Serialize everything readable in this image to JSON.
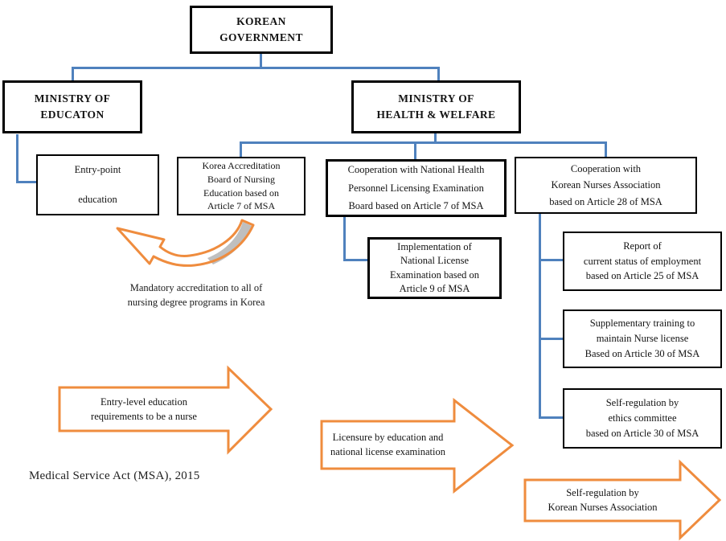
{
  "boxes": {
    "korean_government": "KOREAN\nGOVERNMENT",
    "ministry_education": "MINISTRY OF\nEDUCATON",
    "ministry_health_welfare": "MINISTRY OF\nHEALTH & WELFARE",
    "entry_point": "Entry-point\n\neducation",
    "accreditation_board": "Korea Accreditation\nBoard of Nursing\nEducation based on\nArticle 7 of MSA",
    "licensing_examination_board": "Cooperation with National Health\nPersonnel Licensing Examination\nBoard based on Article 7 of MSA",
    "nurses_association": "Cooperation with\nKorean Nurses Association\nbased on Article 28 of MSA",
    "license_examination": "Implementation of\nNational License\nExamination based on\nArticle 9 of MSA",
    "report_employment": "Report of\ncurrent status of employment\nbased on Article 25 of MSA",
    "supplementary_training": "Supplementary training to\nmaintain Nurse license\nBased on Article 30 of MSA",
    "self_regulation_ethics": "Self-regulation by\nethics committee\nbased on Article 30 of MSA"
  },
  "captions": {
    "mandatory_accreditation": "Mandatory accreditation to all of\nnursing degree programs in Korea",
    "msa_note": "Medical Service Act (MSA), 2015"
  },
  "flow_arrows": {
    "entry_level": "Entry-level education\nrequirements to be a nurse",
    "licensure": "Licensure by education and\nnational license examination",
    "self_regulation": "Self-regulation by\nKorean Nurses Association"
  },
  "colors": {
    "connector_blue": "#4f81bd",
    "arrow_orange": "#ef8c3e",
    "box_border": "#000000",
    "shadow_gray": "#bfbfbf"
  }
}
